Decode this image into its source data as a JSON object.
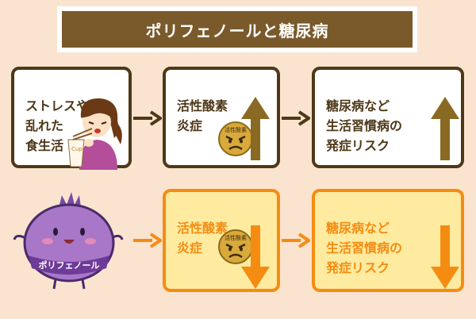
{
  "title": "ポリフェノールと糖尿病",
  "row1": {
    "cause": "ストレスや\n乱れた\n食生活",
    "step2": "活性酸素\n炎症",
    "step3": "糖尿病など\n生活習慣病の\n発症リスク",
    "face_label": "活性酸素",
    "cup_label": "Cup"
  },
  "row2": {
    "mascot_label": "ポリフェノール",
    "step2": "活性酸素\n炎症",
    "step3": "糖尿病など\n生活習慣病の\n発症リスク",
    "face_label": "活性酸素"
  },
  "colors": {
    "background": "#fbe4cf",
    "brown": "#7a5a2b",
    "dark_brown": "#4e3818",
    "orange": "#f58c12",
    "yellow": "#feeb9f",
    "arrow_up": "#8a6a22",
    "purple": "#a877c7"
  }
}
